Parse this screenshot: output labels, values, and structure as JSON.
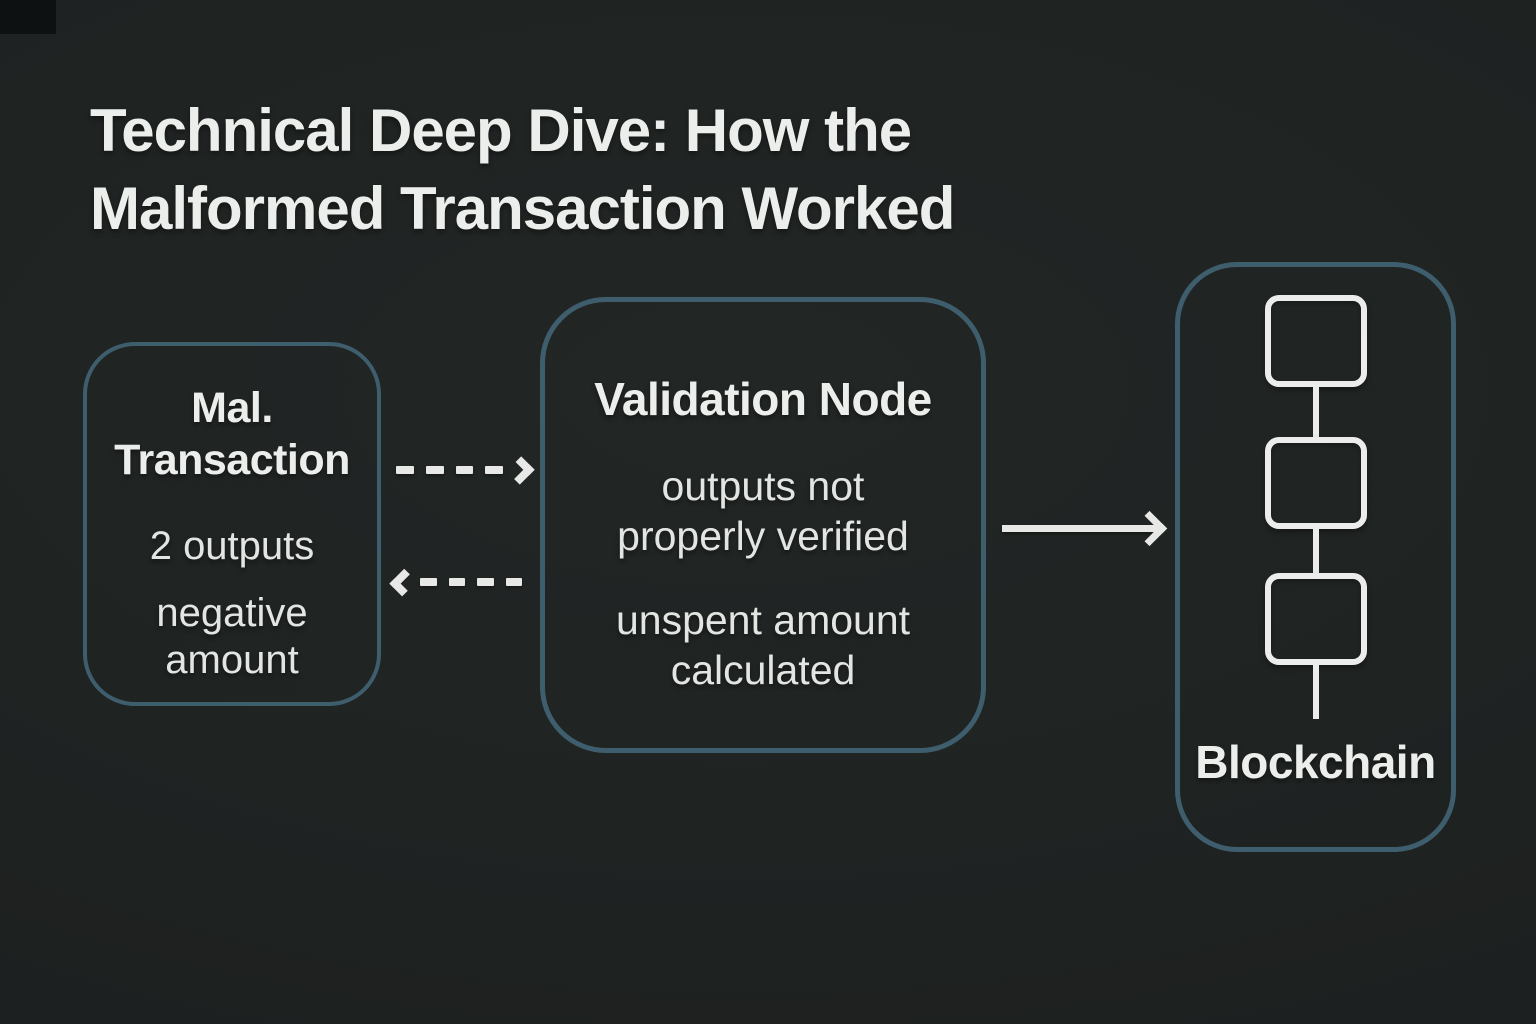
{
  "page": {
    "title_lines": [
      "Technical Deep Dive: How the",
      "Malformed Transaction Worked"
    ]
  },
  "diagram": {
    "mal_transaction": {
      "title_lines": [
        "Mal.",
        "Transaction"
      ],
      "items": [
        "2 outputs",
        "negative amount"
      ]
    },
    "validation_node": {
      "title": "Validation Node",
      "items": [
        "outputs not properly verified",
        "unspent amount calculated"
      ]
    },
    "blockchain": {
      "label": "Blockchain",
      "block_count": 3
    },
    "flow": [
      "Mal. Transaction -> Validation Node (dashed)",
      "Validation Node -> Mal. Transaction (dashed)",
      "Validation Node -> Blockchain (solid)"
    ]
  },
  "icons": {
    "dashed-arrow-right-icon": "⇢",
    "dashed-arrow-left-icon": "⇠",
    "solid-arrow-right-icon": "→",
    "blockchain-chain-icon": "three linked squares ▯-▯-▯"
  },
  "colors": {
    "background": "#1f2322",
    "box_border": "#3f5e6d",
    "heading_text": "#eceeec",
    "body_text": "#e3e5e2",
    "icon_white": "#ececec",
    "arrow_color": "#e8e9e7"
  }
}
